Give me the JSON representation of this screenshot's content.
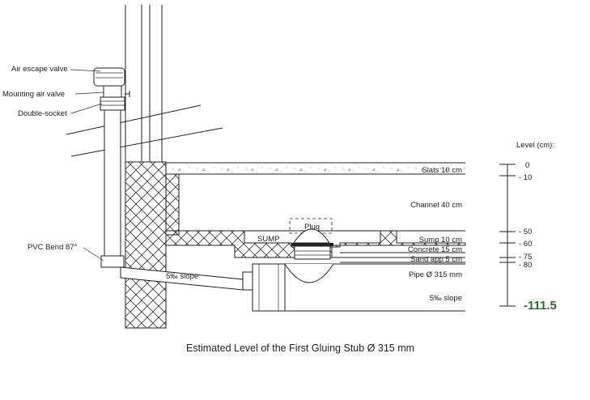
{
  "labels": {
    "air_escape_valve": "Air escape valve",
    "mounting_air_valve": "Mounting air valve",
    "double_socket": "Double-socket",
    "pvc_bend": "PVC Bend 87°",
    "sump": "SUMP",
    "plug": "Plug",
    "slope_pipe": "5‰ slope",
    "slats": "Slats 10 cm",
    "channel": "Channel 40 cm",
    "sump_layer": "Sump 10 cm",
    "concrete": "Concrete 15 cm",
    "sand": "Sand  app 5 cm",
    "pipe": "Pipe Ø 315 mm",
    "slope_right": "5‰ slope"
  },
  "level_scale": {
    "title": "Level (cm):",
    "marks": [
      "0",
      "- 10",
      "- 50",
      "- 60",
      "- 75",
      "- 80"
    ],
    "bottom_value": "-111.5"
  },
  "caption": "Estimated Level of the First Gluing Stub Ø 315 mm",
  "colors": {
    "accent_value": "#2e6b2e",
    "line": "#222222"
  }
}
